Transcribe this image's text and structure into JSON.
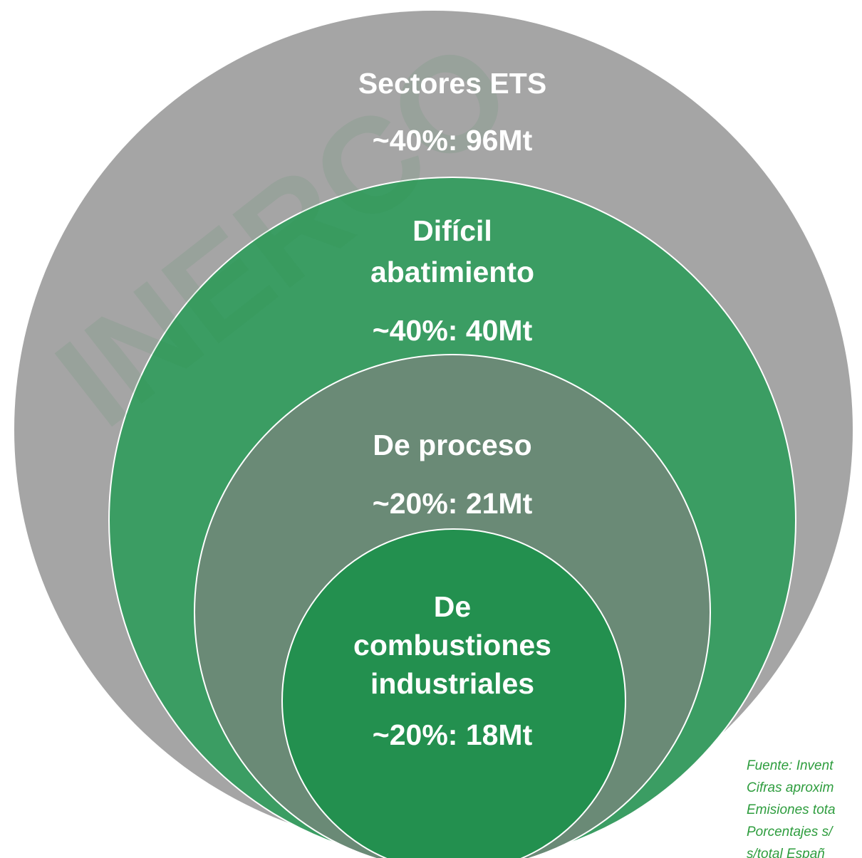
{
  "watermark": "INERCO",
  "colors": {
    "outer": "#a5a5a5",
    "dificil": "#3b9d63",
    "proceso": "#6a8a76",
    "combustiones": "#23904f",
    "source_text": "#2e9d3e"
  },
  "levels": [
    {
      "title": "Sectores ETS",
      "value": "~40%: 96Mt"
    },
    {
      "title_lines": [
        "Difícil",
        "abatimiento"
      ],
      "value": "~40%: 40Mt"
    },
    {
      "title": "De proceso",
      "value": "~20%: 21Mt"
    },
    {
      "title_lines": [
        "De",
        "combustiones",
        "industriales"
      ],
      "value": "~20%: 18Mt"
    }
  ],
  "source_lines": [
    "Fuente: Invent",
    "Cifras aproxim",
    "Emisiones tota",
    "Porcentajes s/",
    "s/total Españ"
  ]
}
